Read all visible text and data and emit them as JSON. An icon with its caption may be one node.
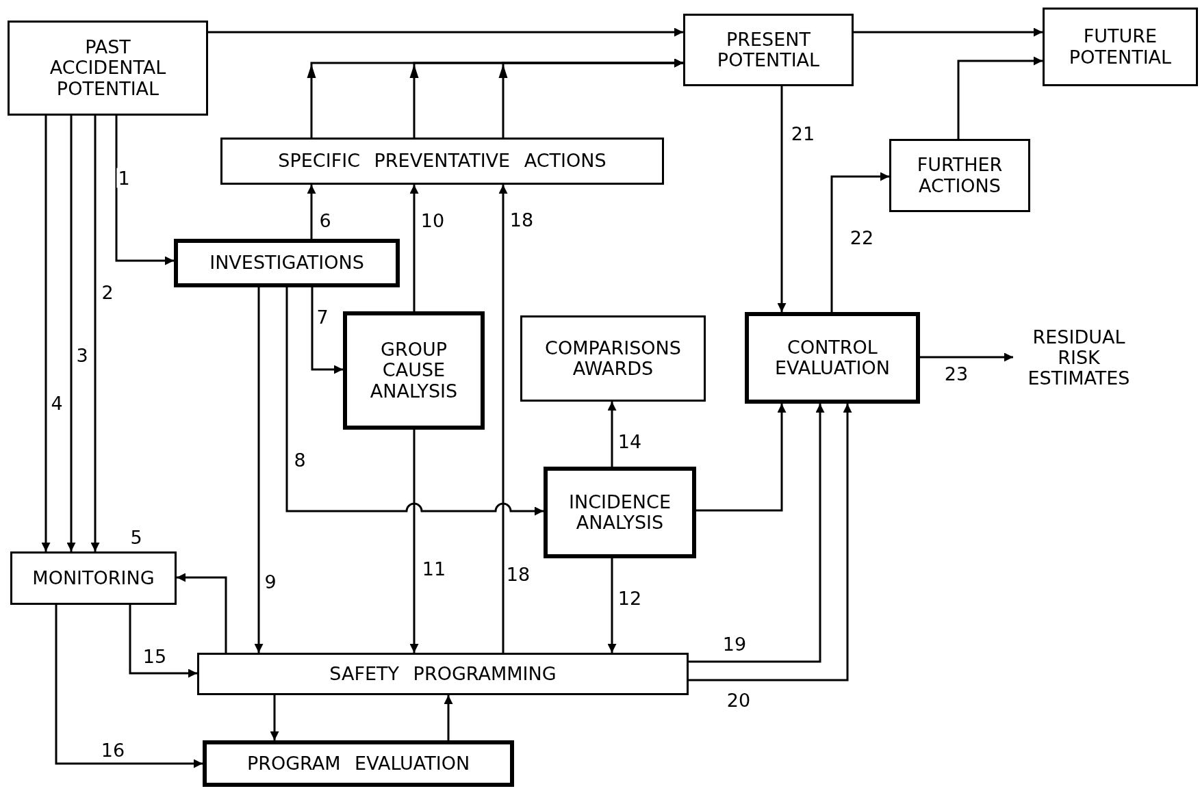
{
  "diagram": {
    "nodes": [
      {
        "text": [
          "PAST ACCIDENTAL POTENTIAL"
        ]
      },
      {
        "text": [
          "PRESENT POTENTIAL"
        ]
      },
      {
        "text": [
          "FUTURE POTENTIAL"
        ]
      },
      {
        "text": [
          "SPECIFIC PREVENTATIVE ACTIONS"
        ]
      },
      {
        "text": [
          "FURTHER ACTIONS"
        ]
      },
      {
        "text": [
          "INVESTIGATIONS"
        ]
      },
      {
        "text": [
          "GROUP CAUSE ANALYSIS"
        ]
      },
      {
        "text": [
          "COMPARISONS AWARDS"
        ]
      },
      {
        "text": [
          "CONTROL EVALUATION"
        ]
      },
      {
        "text": [
          "RESIDUAL RISK ESTIMATES"
        ]
      },
      {
        "text": [
          "INCIDENCE ANALYSIS"
        ]
      },
      {
        "text": [
          "MONITORING"
        ],
        "beside": [
          "5"
        ]
      },
      {
        "text": [
          "SAFETY PROGRAMMING"
        ]
      },
      {
        "text": [
          "PROGRAM EVALUATION"
        ]
      }
    ],
    "edges": [
      {
        "from": 0,
        "to": 1,
        "arrow": "to"
      },
      {
        "from": 0,
        "to": 5,
        "arrow": "to",
        "label": "1"
      },
      {
        "from": 0,
        "to": 11,
        "arrow": "to",
        "label": "2"
      },
      {
        "from": 0,
        "to": 11,
        "arrow": "to",
        "label": "3"
      },
      {
        "from": 0,
        "to": 11,
        "arrow": "to",
        "label": "4"
      },
      {
        "from": 5,
        "to": 3,
        "arrow": "to",
        "label": "6"
      },
      {
        "from": 5,
        "to": 6,
        "arrow": "to",
        "label": "7"
      },
      {
        "from": 5,
        "to": 10,
        "arrow": "to",
        "label": "8"
      },
      {
        "from": 5,
        "to": 12,
        "arrow": "to",
        "label": "9"
      },
      {
        "from": 6,
        "to": 3,
        "arrow": "to",
        "label": "10"
      },
      {
        "from": 6,
        "to": 12,
        "arrow": "to",
        "label": "11"
      },
      {
        "from": 12,
        "to": 3,
        "arrow": "to",
        "label": "18"
      },
      {
        "from": 10,
        "to": 12,
        "arrow": "to",
        "label": "12"
      },
      {
        "from": 10,
        "to": 7,
        "arrow": "to",
        "label": "14"
      },
      {
        "from": 11,
        "to": 12,
        "arrow": "to",
        "label": "15"
      },
      {
        "from": 11,
        "to": 13,
        "arrow": "to",
        "label": "16"
      },
      {
        "from": 12,
        "to": 8,
        "arrow": "to",
        "label": "19"
      },
      {
        "from": 12,
        "to": 8,
        "arrow": "to",
        "label": "20"
      },
      {
        "from": 1,
        "to": 8,
        "arrow": "to",
        "label": "21"
      },
      {
        "from": 8,
        "to": 4,
        "arrow": "to",
        "label": "22"
      },
      {
        "from": 8,
        "to": 9,
        "arrow": "to",
        "label": "23"
      },
      {
        "from": 3,
        "to": 1,
        "arrow": "to"
      },
      {
        "from": 3,
        "to": 1,
        "arrow": "to"
      },
      {
        "from": 3,
        "to": 1,
        "arrow": "to"
      },
      {
        "from": 1,
        "to": 2,
        "arrow": "to"
      },
      {
        "from": 4,
        "to": 2,
        "arrow": "to"
      },
      {
        "from": 10,
        "to": 8,
        "arrow": "to"
      },
      {
        "from": 12,
        "to": 11,
        "arrow": "to"
      },
      {
        "from": 12,
        "to": 13,
        "arrow": "to"
      },
      {
        "from": 13,
        "to": 12,
        "arrow": "to"
      }
    ],
    "labels": [
      "18"
    ]
  }
}
